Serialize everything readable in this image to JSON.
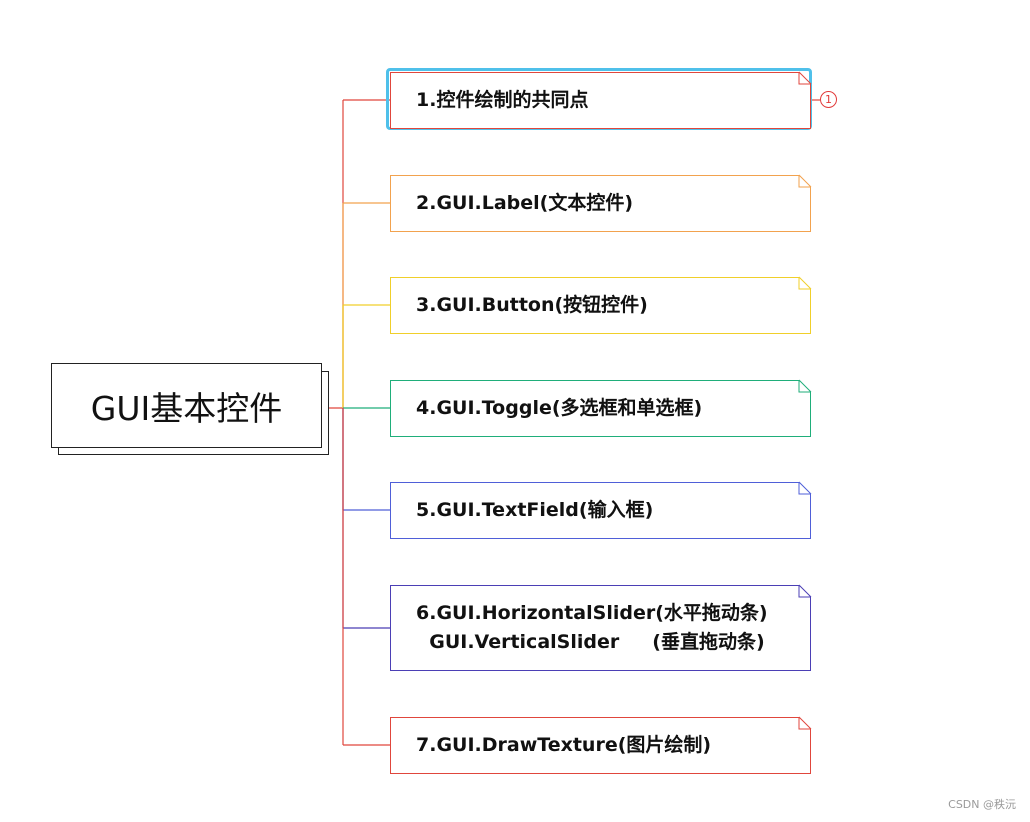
{
  "root": {
    "label": "GUI基本控件"
  },
  "children": [
    {
      "lines": [
        "1.控件绘制的共同点"
      ],
      "color": "#e0463c",
      "selected": true,
      "badge": "1"
    },
    {
      "lines": [
        "2.GUI.Label(文本控件)"
      ],
      "color": "#f2a24e"
    },
    {
      "lines": [
        "3.GUI.Button(按钮控件)"
      ],
      "color": "#f0cf2a"
    },
    {
      "lines": [
        "4.GUI.Toggle(多选框和单选框)"
      ],
      "color": "#1fae7a"
    },
    {
      "lines": [
        "5.GUI.TextField(输入框)"
      ],
      "color": "#4f5fd8"
    },
    {
      "lines": [
        "6.GUI.HorizontalSlider(水平拖动条)",
        "  GUI.VerticalSlider     (垂直拖动条)"
      ],
      "color": "#4b3fb5"
    },
    {
      "lines": [
        "7.GUI.DrawTexture(图片绘制)"
      ],
      "color": "#e0463c"
    }
  ],
  "watermark": "CSDN @秩沅"
}
